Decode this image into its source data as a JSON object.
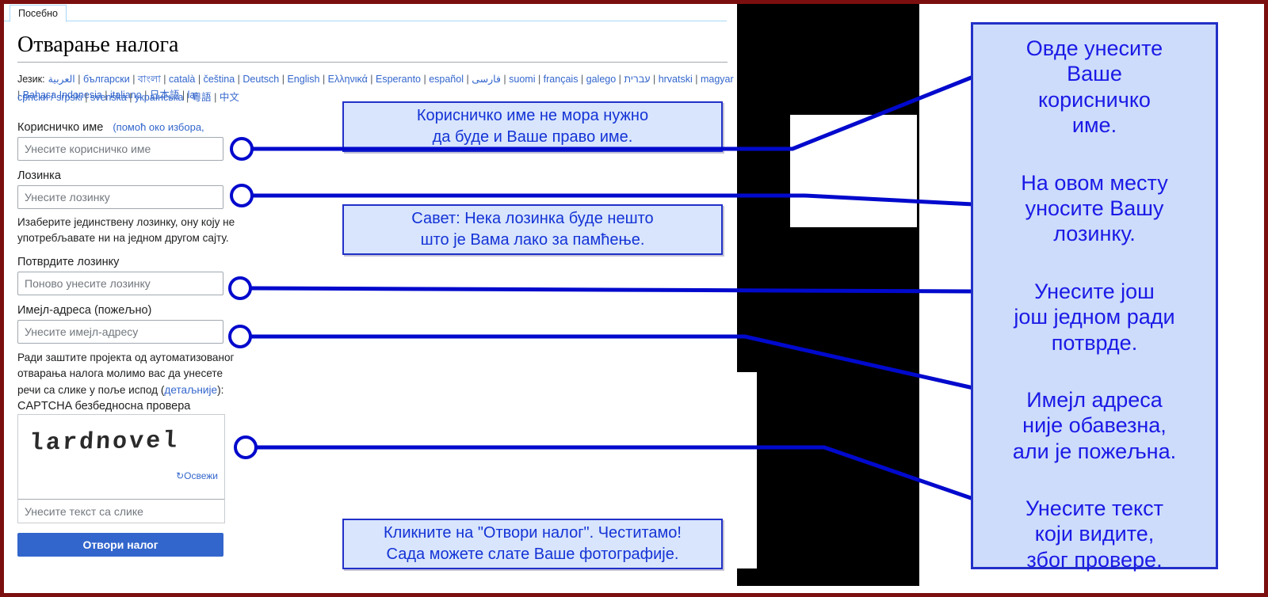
{
  "colors": {
    "frame_border": "#7b0f0f",
    "annotation_blue": "#0009cc",
    "panel_bg": "#cddcfa",
    "panel_border": "#2230c8",
    "panel_text": "#1a1ae6",
    "callout_bg": "#d8e5fc",
    "callout_border": "#2230c8",
    "callout_text": "#1433d6",
    "link_blue": "#3366cc",
    "button_blue": "#3366cc",
    "input_border": "#a2a9b1",
    "placeholder": "#72777d",
    "heading_rule": "#a2a9b1",
    "tab_border": "#a7d7f9"
  },
  "tab": {
    "label": "Посебно"
  },
  "page": {
    "title": "Отварање налога",
    "language_label": "Језик:",
    "languages_line1": [
      "العربية",
      "български",
      "বাংলা",
      "català",
      "čeština",
      "Deutsch",
      "English",
      "Ελληνικά",
      "Esperanto",
      "español",
      "فارسی",
      "suomi",
      "français",
      "galego",
      "עברית",
      "hrvatski",
      "magyar",
      "Bahasa Indonesia",
      "italiano",
      "日本語",
      "la"
    ],
    "languages_line2": [
      "српски / srpski",
      "svenska",
      "українська",
      "粵語",
      "中文"
    ]
  },
  "form": {
    "username_label": "Корисничко име",
    "username_help_link": "(помоћ око избора,",
    "username_placeholder": "Унесите корисничко име",
    "password_label": "Лозинка",
    "password_placeholder": "Унесите лозинку",
    "password_hint": "Изаберите јединствену лозинку, ону коју не употребљавате ни на једном другом сајту.",
    "confirm_label": "Потврдите лозинку",
    "confirm_placeholder": "Поново унесите лозинку",
    "email_label": "Имејл-адреса (пожељно)",
    "email_placeholder": "Унесите имејл-адресу",
    "captcha_intro_prefix": "Ради заштите пројекта од аутоматизованог отварања налога молимо вас да унесете речи са слике у поље испод (",
    "captcha_details_link": "детаљније",
    "captcha_intro_suffix": "):",
    "captcha_label": "CAPTCHA безбедносна провера",
    "captcha_text": "lardnovel",
    "captcha_refresh_icon": "↻",
    "captcha_refresh": "Освежи",
    "captcha_placeholder": "Унесите текст са слике",
    "submit_label": "Отвори налог"
  },
  "callouts": [
    {
      "text": "Корисничко име не мора нужно\nда буде и Ваше право име."
    },
    {
      "text": "Савет: Нека лозинка буде нешто\nшто је Вама лако за памћење."
    },
    {
      "text": "Кликните на \"Отвори налог\". Честитамо!\nСада можете слате Ваше фотографије."
    }
  ],
  "annotations": [
    {
      "text": "Овде унесите\nВаше\nкорисничко\nиме."
    },
    {
      "text": "На овом месту\nуносите Вашу\nлозинку."
    },
    {
      "text": "Унесите још\nјош једном ради\nпотврде."
    },
    {
      "text": "Имејл адреса\nније обавезна,\nали је пожељна."
    },
    {
      "text": "Унесите текст\nкоји видите,\nзбог провере."
    }
  ]
}
